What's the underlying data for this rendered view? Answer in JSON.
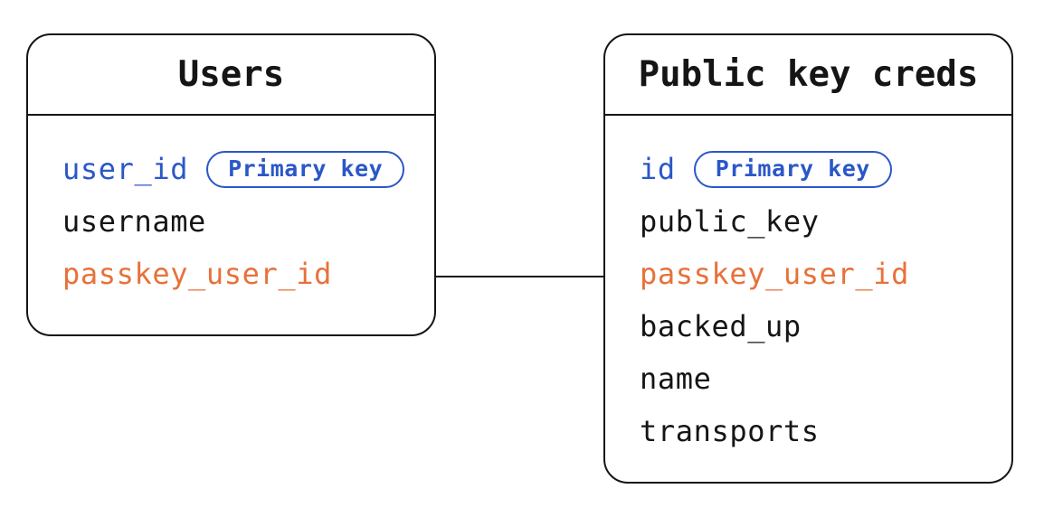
{
  "diagram": {
    "colors": {
      "primary_key_blue": "#2b57c8",
      "relation_orange": "#e8713a",
      "text_black": "#151515",
      "background": "#ffffff"
    },
    "tables": [
      {
        "name": "Users",
        "fields": [
          {
            "name": "user_id",
            "role": "primary",
            "badge": "Primary key"
          },
          {
            "name": "username",
            "role": "normal"
          },
          {
            "name": "passkey_user_id",
            "role": "foreign"
          }
        ]
      },
      {
        "name": "Public key creds",
        "fields": [
          {
            "name": "id",
            "role": "primary",
            "badge": "Primary key"
          },
          {
            "name": "public_key",
            "role": "normal"
          },
          {
            "name": "passkey_user_id",
            "role": "foreign"
          },
          {
            "name": "backed_up",
            "role": "normal"
          },
          {
            "name": "name",
            "role": "normal"
          },
          {
            "name": "transports",
            "role": "normal"
          }
        ]
      }
    ],
    "connector": {
      "from_table": "Users",
      "from_field": "passkey_user_id",
      "to_table": "Public key creds",
      "to_field": "passkey_user_id"
    }
  }
}
